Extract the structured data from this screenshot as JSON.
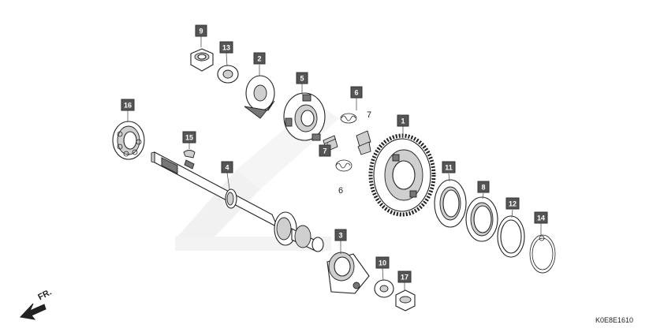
{
  "diagram": {
    "code": "K0E8E1610",
    "direction_label": "FR.",
    "callouts": {
      "c1": "1",
      "c2": "2",
      "c3": "3",
      "c4": "4",
      "c5": "5",
      "c6": "6",
      "c7": "7",
      "c8": "8",
      "c9": "9",
      "c10": "10",
      "c11": "11",
      "c12": "12",
      "c13": "13",
      "c14": "14",
      "c15": "15",
      "c16": "16",
      "c17": "17"
    },
    "plain_labels": {
      "p6": "6",
      "p7": "7"
    }
  }
}
